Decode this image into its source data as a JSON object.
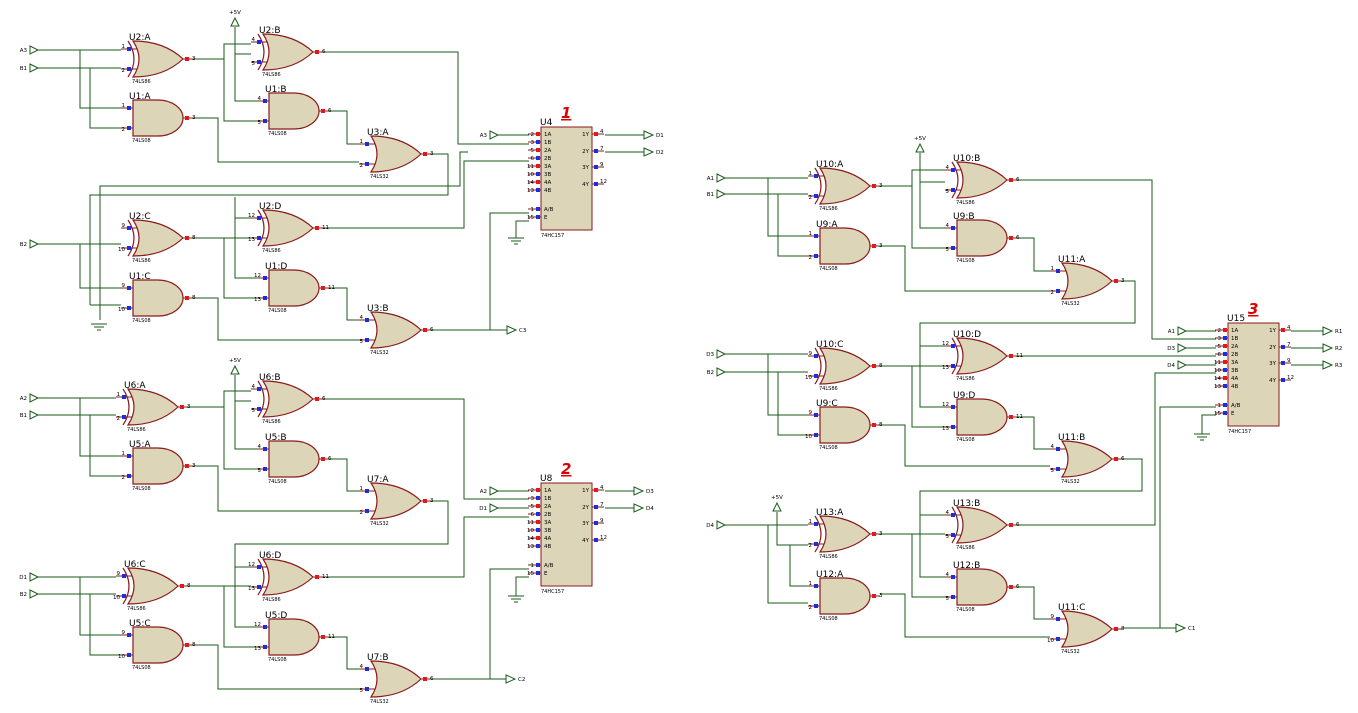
{
  "circuit": {
    "chips": [
      {
        "name": "U4",
        "type": "74HC157",
        "number": "1",
        "in_pins": [
          "2",
          "3",
          "5",
          "6",
          "11",
          "10",
          "14",
          "13",
          "1",
          "15"
        ],
        "in_labels": [
          "1A",
          "1B",
          "2A",
          "2B",
          "3A",
          "3B",
          "4A",
          "4B",
          "A/B",
          "E"
        ],
        "out_pins": [
          "4",
          "7",
          "9",
          "12"
        ],
        "out_labels": [
          "1Y",
          "2Y",
          "3Y",
          "4Y"
        ]
      },
      {
        "name": "U8",
        "type": "74HC157",
        "number": "2",
        "in_pins": [
          "2",
          "3",
          "5",
          "6",
          "11",
          "10",
          "14",
          "13",
          "1",
          "15"
        ],
        "in_labels": [
          "1A",
          "1B",
          "2A",
          "2B",
          "3A",
          "3B",
          "4A",
          "4B",
          "A/B",
          "E"
        ],
        "out_pins": [
          "4",
          "7",
          "9",
          "12"
        ],
        "out_labels": [
          "1Y",
          "2Y",
          "3Y",
          "4Y"
        ]
      },
      {
        "name": "U15",
        "type": "74HC157",
        "number": "3",
        "in_pins": [
          "2",
          "3",
          "5",
          "6",
          "11",
          "10",
          "14",
          "13",
          "1",
          "15"
        ],
        "in_labels": [
          "1A",
          "1B",
          "2A",
          "2B",
          "3A",
          "3B",
          "4A",
          "4B",
          "A/B",
          "E"
        ],
        "out_pins": [
          "4",
          "7",
          "9",
          "12"
        ],
        "out_labels": [
          "1Y",
          "2Y",
          "3Y",
          "4Y"
        ]
      }
    ],
    "gates": [
      {
        "name": "U2:A",
        "type": "74LS86",
        "kind": "xor",
        "pins": [
          "1",
          "2",
          "3"
        ]
      },
      {
        "name": "U2:B",
        "type": "74LS86",
        "kind": "xor",
        "pins": [
          "4",
          "5",
          "6"
        ]
      },
      {
        "name": "U1:A",
        "type": "74LS08",
        "kind": "and",
        "pins": [
          "1",
          "2",
          "3"
        ]
      },
      {
        "name": "U1:B",
        "type": "74LS08",
        "kind": "and",
        "pins": [
          "4",
          "5",
          "6"
        ]
      },
      {
        "name": "U3:A",
        "type": "74LS32",
        "kind": "or",
        "pins": [
          "1",
          "2",
          "3"
        ]
      },
      {
        "name": "U2:C",
        "type": "74LS86",
        "kind": "xor",
        "pins": [
          "9",
          "10",
          "8"
        ]
      },
      {
        "name": "U2:D",
        "type": "74LS86",
        "kind": "xor",
        "pins": [
          "12",
          "13",
          "11"
        ]
      },
      {
        "name": "U1:C",
        "type": "74LS08",
        "kind": "and",
        "pins": [
          "9",
          "10",
          "8"
        ]
      },
      {
        "name": "U1:D",
        "type": "74LS08",
        "kind": "and",
        "pins": [
          "12",
          "13",
          "11"
        ]
      },
      {
        "name": "U3:B",
        "type": "74LS32",
        "kind": "or",
        "pins": [
          "4",
          "5",
          "6"
        ]
      },
      {
        "name": "U6:A",
        "type": "74LS86",
        "kind": "xor",
        "pins": [
          "1",
          "2",
          "3"
        ]
      },
      {
        "name": "U6:B",
        "type": "74LS86",
        "kind": "xor",
        "pins": [
          "4",
          "5",
          "6"
        ]
      },
      {
        "name": "U5:A",
        "type": "74LS08",
        "kind": "and",
        "pins": [
          "1",
          "2",
          "3"
        ]
      },
      {
        "name": "U5:B",
        "type": "74LS08",
        "kind": "and",
        "pins": [
          "4",
          "5",
          "6"
        ]
      },
      {
        "name": "U7:A",
        "type": "74LS32",
        "kind": "or",
        "pins": [
          "1",
          "2",
          "3"
        ]
      },
      {
        "name": "U6:C",
        "type": "74LS86",
        "kind": "xor",
        "pins": [
          "9",
          "10",
          "8"
        ]
      },
      {
        "name": "U6:D",
        "type": "74LS86",
        "kind": "xor",
        "pins": [
          "12",
          "13",
          "11"
        ]
      },
      {
        "name": "U5:C",
        "type": "74LS08",
        "kind": "and",
        "pins": [
          "9",
          "10",
          "8"
        ]
      },
      {
        "name": "U5:D",
        "type": "74LS08",
        "kind": "and",
        "pins": [
          "12",
          "13",
          "11"
        ]
      },
      {
        "name": "U7:B",
        "type": "74LS32",
        "kind": "or",
        "pins": [
          "4",
          "5",
          "6"
        ]
      },
      {
        "name": "U10:A",
        "type": "74LS86",
        "kind": "xor",
        "pins": [
          "1",
          "2",
          "3"
        ]
      },
      {
        "name": "U10:B",
        "type": "74LS86",
        "kind": "xor",
        "pins": [
          "4",
          "5",
          "6"
        ]
      },
      {
        "name": "U9:A",
        "type": "74LS08",
        "kind": "and",
        "pins": [
          "1",
          "2",
          "3"
        ]
      },
      {
        "name": "U9:B",
        "type": "74LS08",
        "kind": "and",
        "pins": [
          "4",
          "5",
          "6"
        ]
      },
      {
        "name": "U11:A",
        "type": "74LS32",
        "kind": "or",
        "pins": [
          "1",
          "2",
          "3"
        ]
      },
      {
        "name": "U10:C",
        "type": "74LS86",
        "kind": "xor",
        "pins": [
          "9",
          "10",
          "8"
        ]
      },
      {
        "name": "U10:D",
        "type": "74LS86",
        "kind": "xor",
        "pins": [
          "12",
          "13",
          "11"
        ]
      },
      {
        "name": "U9:C",
        "type": "74LS08",
        "kind": "and",
        "pins": [
          "9",
          "10",
          "8"
        ]
      },
      {
        "name": "U9:D",
        "type": "74LS08",
        "kind": "and",
        "pins": [
          "12",
          "13",
          "11"
        ]
      },
      {
        "name": "U11:B",
        "type": "74LS32",
        "kind": "or",
        "pins": [
          "4",
          "5",
          "6"
        ]
      },
      {
        "name": "U13:A",
        "type": "74LS86",
        "kind": "xor",
        "pins": [
          "1",
          "2",
          "3"
        ]
      },
      {
        "name": "U13:B",
        "type": "74LS86",
        "kind": "xor",
        "pins": [
          "4",
          "5",
          "6"
        ]
      },
      {
        "name": "U12:A",
        "type": "74LS08",
        "kind": "and",
        "pins": [
          "1",
          "2",
          "3"
        ]
      },
      {
        "name": "U12:B",
        "type": "74LS08",
        "kind": "and",
        "pins": [
          "4",
          "5",
          "6"
        ]
      },
      {
        "name": "U11:C",
        "type": "74LS32",
        "kind": "or",
        "pins": [
          "9",
          "10",
          "8"
        ]
      }
    ],
    "inputs": [
      {
        "label": "A3"
      },
      {
        "label": "B1"
      },
      {
        "label": "B2"
      },
      {
        "label": "A2"
      },
      {
        "label": "B1"
      },
      {
        "label": "D1"
      },
      {
        "label": "B2"
      },
      {
        "label": "A1"
      },
      {
        "label": "B1"
      },
      {
        "label": "D3"
      },
      {
        "label": "B2"
      },
      {
        "label": "D4"
      },
      {
        "label": "A3"
      },
      {
        "label": "A2"
      },
      {
        "label": "D1"
      },
      {
        "label": "A1"
      },
      {
        "label": "D3"
      },
      {
        "label": "D4"
      }
    ],
    "outputs": [
      {
        "label": "D1"
      },
      {
        "label": "D2"
      },
      {
        "label": "C3"
      },
      {
        "label": "D3"
      },
      {
        "label": "D4"
      },
      {
        "label": "C2"
      },
      {
        "label": "R1"
      },
      {
        "label": "R2"
      },
      {
        "label": "R3"
      },
      {
        "label": "C1"
      }
    ],
    "power": [
      {
        "label": "+5V"
      },
      {
        "label": "+5V"
      },
      {
        "label": "+5V"
      },
      {
        "label": "+5V"
      }
    ],
    "colors": {
      "wire": "#1a5b1a",
      "gate_fill": "#ddd5b8",
      "gate_stroke": "#8a1a1a",
      "pin_in": "#1a2ee0",
      "pin_out": "#e01a1a",
      "number": "#dd0000"
    }
  }
}
